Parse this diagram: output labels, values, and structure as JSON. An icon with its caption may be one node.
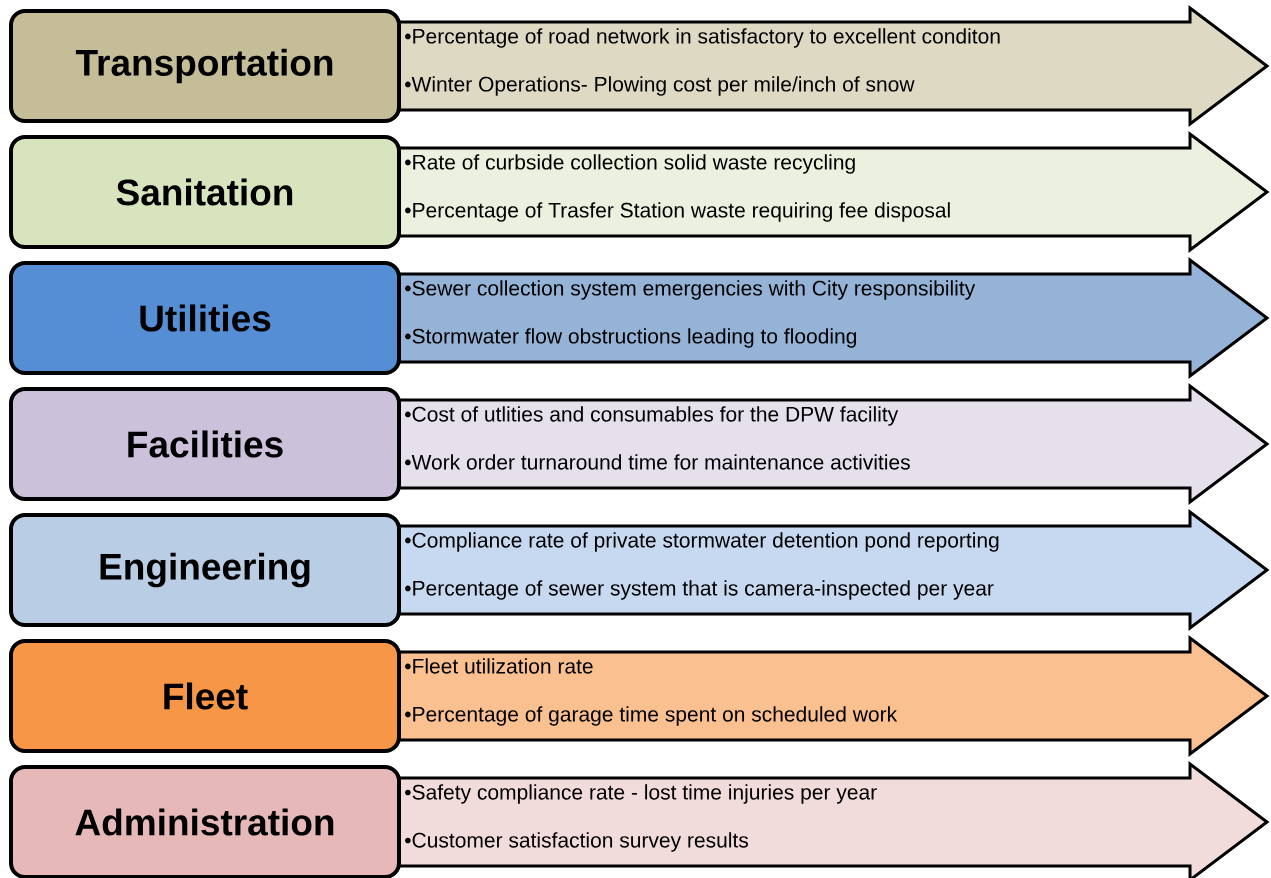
{
  "diagram": {
    "nodes": [
      {
        "text": [
          "Transportation"
        ]
      },
      {
        "text": [
          "•Percentage of road network in satisfactory to excellent conditon",
          "•Winter Operations- Plowing cost per mile/inch of snow"
        ]
      },
      {
        "text": [
          "Sanitation"
        ]
      },
      {
        "text": [
          "•Rate of curbside collection solid waste recycling",
          "•Percentage of Trasfer Station waste requiring fee disposal"
        ]
      },
      {
        "text": [
          "Utilities"
        ]
      },
      {
        "text": [
          "•Sewer collection system emergencies with City responsibility",
          "•Stormwater flow obstructions leading to flooding"
        ]
      },
      {
        "text": [
          "Facilities"
        ]
      },
      {
        "text": [
          "•Cost of utlities and consumables for the DPW facility",
          "•Work order turnaround time for maintenance activities"
        ]
      },
      {
        "text": [
          "Engineering"
        ]
      },
      {
        "text": [
          "•Compliance rate of private stormwater detention pond reporting",
          "•Percentage of sewer system that is camera-inspected per year"
        ]
      },
      {
        "text": [
          "Fleet"
        ]
      },
      {
        "text": [
          "•Fleet utilization rate",
          "•Percentage of garage time spent on scheduled work"
        ]
      },
      {
        "text": [
          "Administration"
        ]
      },
      {
        "text": [
          "•Safety compliance rate - lost time injuries per year",
          "•Customer satisfaction survey results"
        ]
      }
    ]
  }
}
